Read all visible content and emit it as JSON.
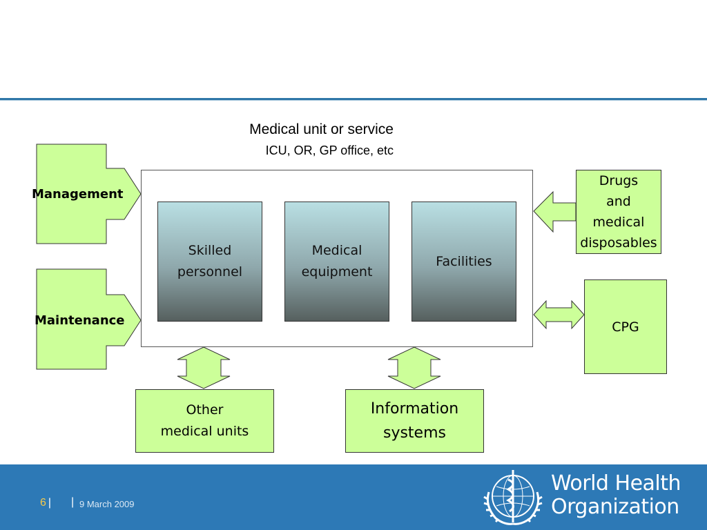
{
  "header": {
    "unit_title": "Medical unit or service",
    "unit_subtitle": "ICU, OR, GP office, etc"
  },
  "components": [
    {
      "line1": "Skilled",
      "line2": "personnel"
    },
    {
      "line1": "Medical",
      "line2": "equipment"
    },
    {
      "line1": "Facilities",
      "line2": ""
    }
  ],
  "left_inputs": {
    "management": "Management",
    "maintenance": "Maintenance"
  },
  "right_inputs": {
    "drugs": [
      "Drugs",
      "and",
      "medical",
      "disposables"
    ],
    "cpg": "CPG"
  },
  "bottom_boxes": {
    "other_units": [
      "Other",
      "medical units"
    ],
    "information_systems": [
      "Information",
      "systems"
    ]
  },
  "footer": {
    "slide_number": "6",
    "date": "9 March 2009",
    "org_name_line1": "World Health",
    "org_name_line2": "Organization"
  },
  "colors": {
    "accent_blue": "#2d79b6",
    "green_fill": "#ccff99",
    "slide_number": "#f7c948"
  }
}
